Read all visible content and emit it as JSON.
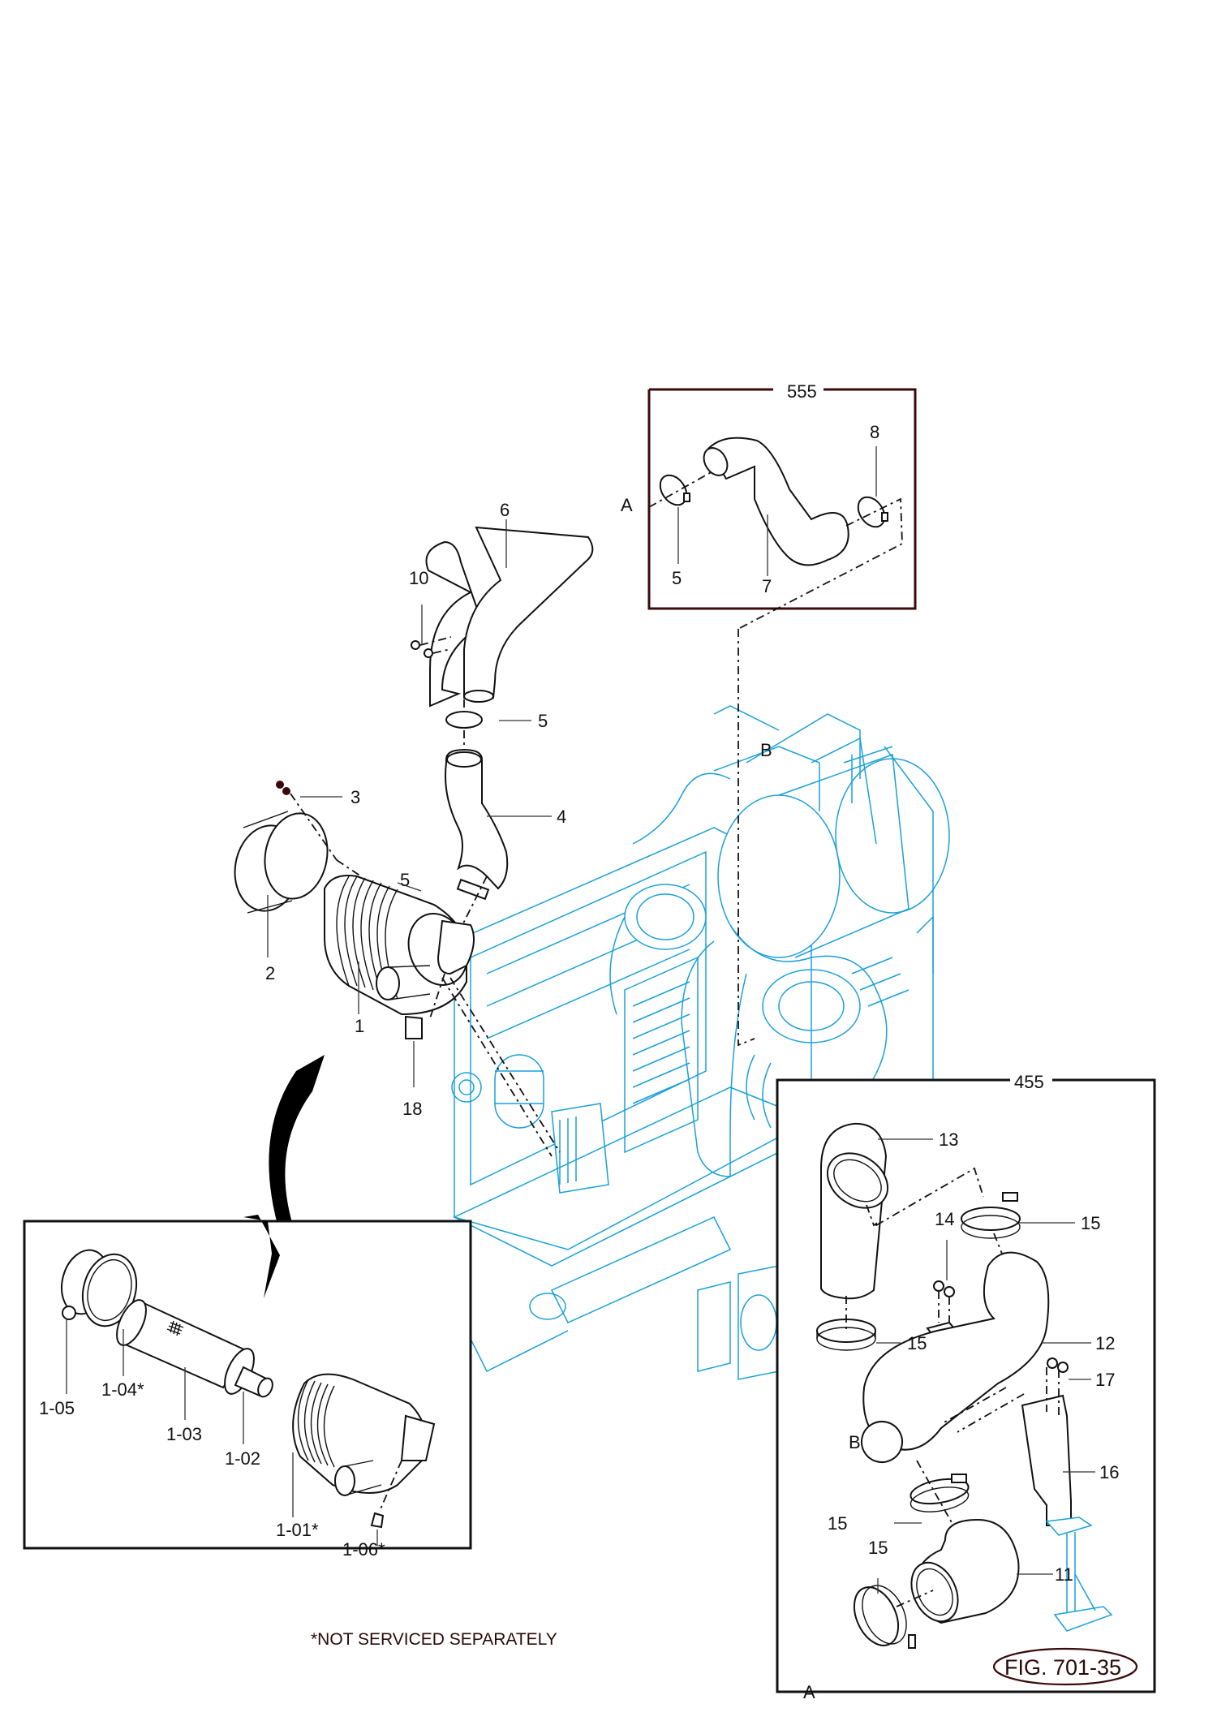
{
  "figure": {
    "id": "FIG. 701-35",
    "footnote": "*NOT SERVICED SEPARATELY"
  },
  "insets": {
    "detail_555": {
      "title": "555",
      "callouts": {
        "clamp_left": "5",
        "hose": "7",
        "clamp_right": "8"
      }
    },
    "detail_455": {
      "title": "455",
      "callouts": {
        "elbow_tube": "13",
        "clamp_top": "15",
        "bolts": "14",
        "clamp_mid": "15",
        "hose": "12",
        "bolts_right": "17",
        "bracket": "16",
        "clamp_lower": "15",
        "clamp_bottom": "15",
        "elbow": "11"
      }
    },
    "air_cleaner_detail": {
      "callouts": {
        "cover": "1-05",
        "seal": "1-04*",
        "primary_element": "1-03",
        "safety_element": "1-02",
        "housing": "1-01*",
        "valve": "1-06*"
      }
    }
  },
  "main_callouts": {
    "hose_upper": "6",
    "bolts": "10",
    "clamp_upper": "5",
    "hose_lower": "4",
    "clamp_screw": "3",
    "clamp_lower": "5",
    "band": "2",
    "air_cleaner": "1",
    "fitting": "18"
  },
  "view_markers": {
    "a_top": "A",
    "b_main": "B",
    "b_inset": "B",
    "a_inset": "A"
  },
  "colors": {
    "engine_line": "#1aa0d8",
    "frame": "#3a0a0a",
    "arrow": "#3a0505"
  }
}
